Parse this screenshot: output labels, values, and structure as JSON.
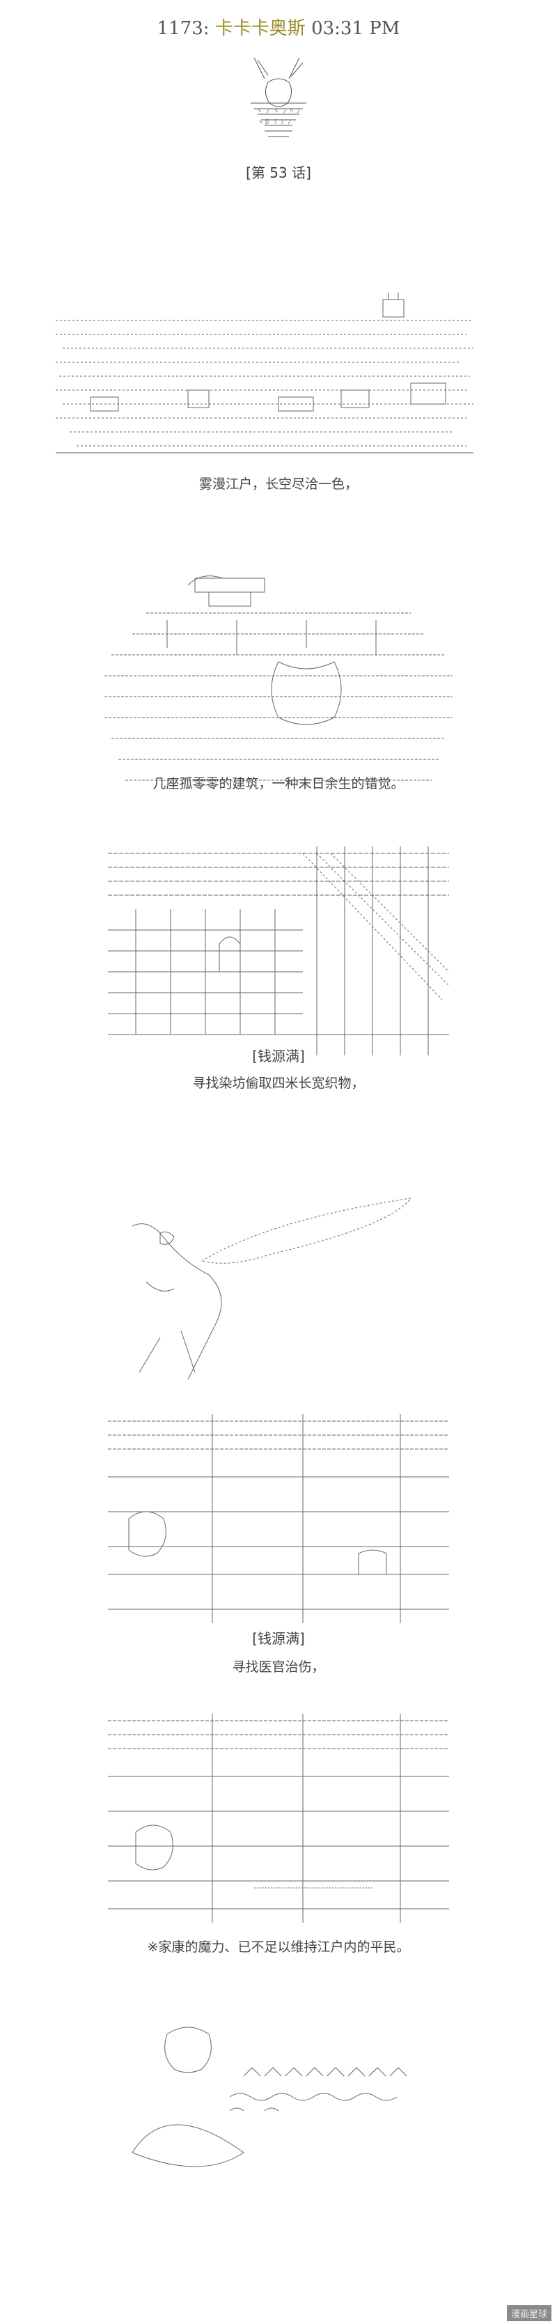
{
  "header": {
    "post_no": "1173",
    "separator": ":",
    "author": "卡卡卡奥斯",
    "time": "03:31 PM"
  },
  "captions": {
    "chapter": "[第 53 话]",
    "c1": "雾漫江户，长空尽洽一色，",
    "c2": "几座孤零零的建筑，一种末日余生的错觉。",
    "tag1": "[钱源满]",
    "c3": "寻找染坊偷取四米长宽织物，",
    "tag2": "[钱源满]",
    "c4": "寻找医官治伤，",
    "c5": "※家康的魔力、已不足以维持江户内的平民。"
  },
  "watermark": "漫画星球",
  "icons": [
    "character-figure-icon",
    "cityscape-art",
    "castle-art",
    "street-art",
    "flying-figure-art",
    "interior-art",
    "crowd-art"
  ]
}
